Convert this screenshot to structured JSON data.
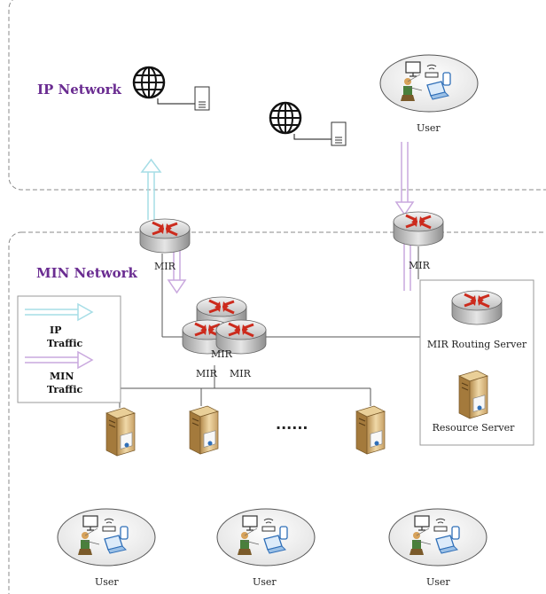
{
  "regions": {
    "ip_network_label": "IP Network",
    "min_network_label": "MIN Network"
  },
  "legend": {
    "ip_line1": "IP",
    "ip_line2": "Traffic",
    "min_line1": "MIN",
    "min_line2": "Traffic"
  },
  "labels": {
    "router_left": "MIR",
    "router_right": "MIR",
    "cluster_top": "MIR",
    "cluster_left": "MIR",
    "cluster_right": "MIR",
    "routing_server": "MIR Routing Server",
    "resource_server": "Resource Server",
    "ellipsis": "......",
    "user_ip": "User",
    "user_1": "User",
    "user_2": "User",
    "user_3": "User"
  },
  "colors": {
    "ip_traffic": "#a6dde6",
    "min_traffic": "#c9a8de",
    "network_label": "#6a2c91",
    "router_arrow": "#cc2b1d"
  }
}
